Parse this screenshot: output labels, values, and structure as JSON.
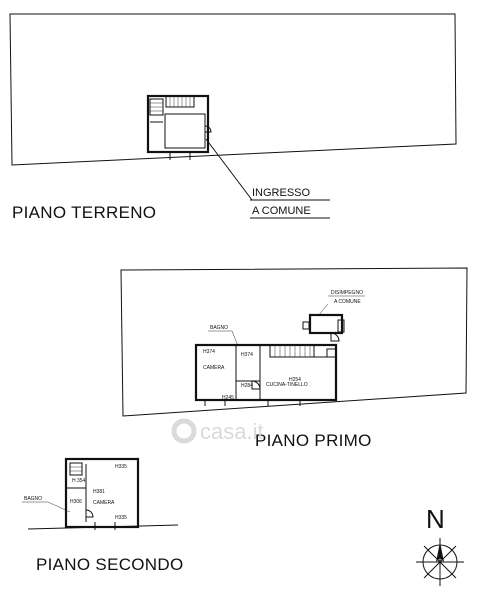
{
  "floors": {
    "terreno": {
      "title": "PIANO TERRENO",
      "entrance_line1": "INGRESSO",
      "entrance_line2": "A COMUNE"
    },
    "primo": {
      "title": "PIANO PRIMO",
      "landing_line1": "DISIMPEGNO",
      "landing_line2": "A COMUNE",
      "bathroom": "BAGNO",
      "bedroom": "CAMERA",
      "kitchen": "CUCINA-TINELLO",
      "heights": [
        "H374",
        "H374",
        "H284",
        "H254",
        "H245"
      ]
    },
    "secondo": {
      "title": "PIANO SECONDO",
      "bathroom": "BAGNO",
      "bedroom": "CAMERA",
      "heights": [
        "H335",
        "H 354",
        "H381",
        "H306",
        "H335"
      ]
    }
  },
  "compass": {
    "label": "N",
    "icon": "north-arrow-icon"
  },
  "watermark": {
    "text": "casa.it",
    "icon": "casa-logo-icon"
  }
}
